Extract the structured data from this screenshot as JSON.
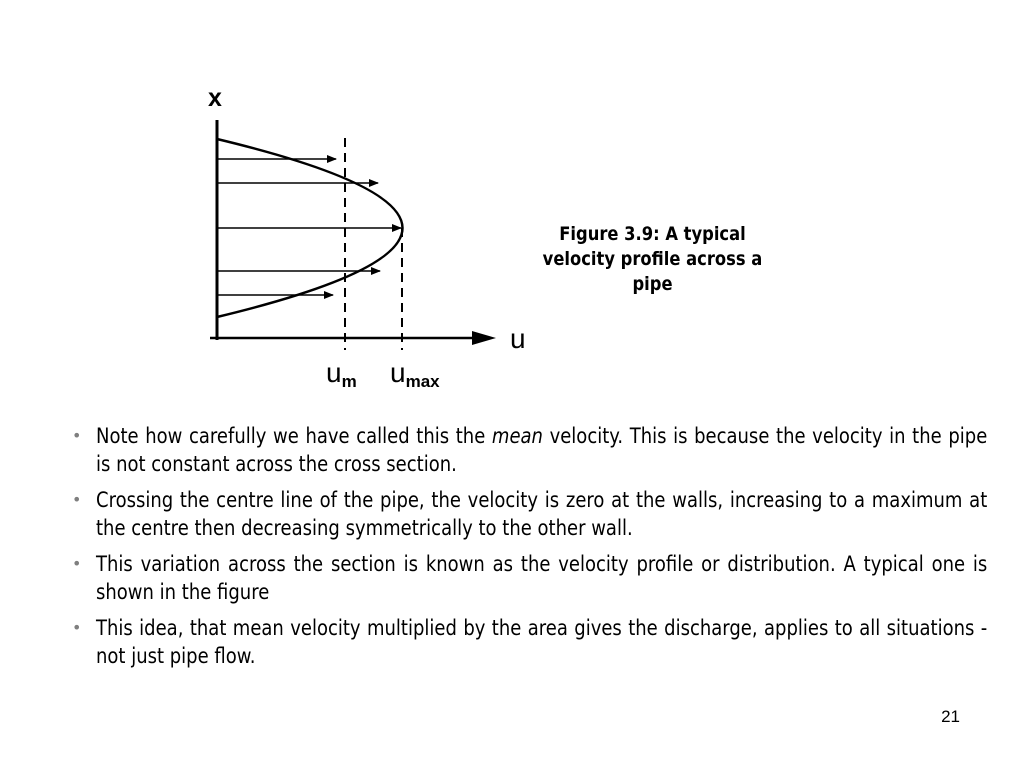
{
  "figure": {
    "x_axis_label": "x",
    "u_axis_label": "u",
    "u_m_label": "u",
    "u_m_sub": "m",
    "u_max_label": "u",
    "u_max_sub": "max",
    "caption": "Figure 3.9:  A typical velocity profile across a pipe"
  },
  "bullets": [
    {
      "before": "Note how carefully we have called this the ",
      "emphasis": "mean",
      "after": " velocity. This is because the velocity in the pipe is not constant across the cross section."
    },
    {
      "text": "Crossing the centre line of the pipe, the velocity is zero at the walls, increasing to a maximum at the centre then decreasing symmetrically to the other wall."
    },
    {
      "text": "This variation across the section is known as the velocity profile or distribution. A typical one is shown in the figure"
    },
    {
      "text": "This idea, that mean velocity multiplied by the area gives the discharge, applies to all situations - not just pipe flow."
    }
  ],
  "bullet_symbol": "•",
  "page_number": "21"
}
